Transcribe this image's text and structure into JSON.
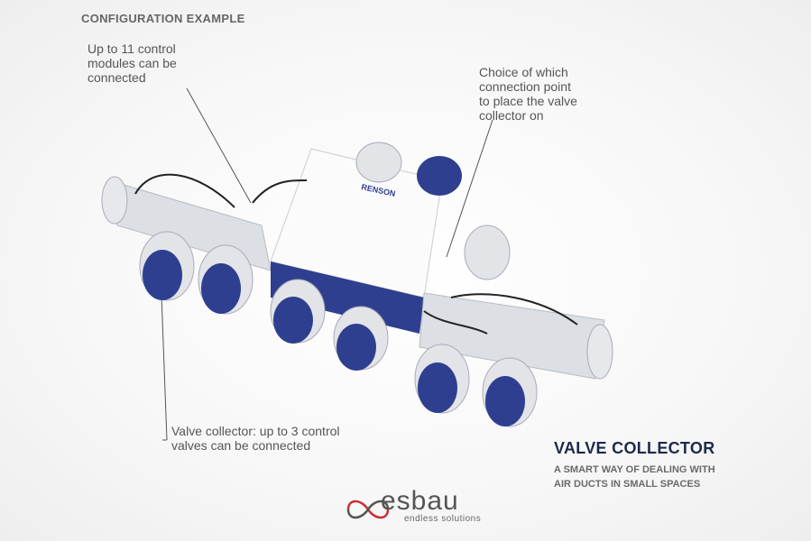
{
  "heading": "CONFIGURATION EXAMPLE",
  "callouts": {
    "modules": [
      "Up to 11 control",
      "modules can be",
      "connected"
    ],
    "connection": [
      "Choice of which",
      "connection point",
      "to place the valve",
      "collector on"
    ],
    "valves": [
      "Valve collector: up to 3 control",
      "valves can be connected"
    ]
  },
  "product": {
    "brand_label": "RENSON"
  },
  "title": "VALVE COLLECTOR",
  "subtitle": [
    "A SMART WAY OF DEALING WITH",
    "AIR DUCTS IN SMALL SPACES"
  ],
  "logo": {
    "word": "esbau",
    "tagline": "endless solutions"
  },
  "colors": {
    "navy": "#1c2a4a",
    "duct_blue": "#2f3f8f",
    "logo_red": "#c8313a"
  }
}
